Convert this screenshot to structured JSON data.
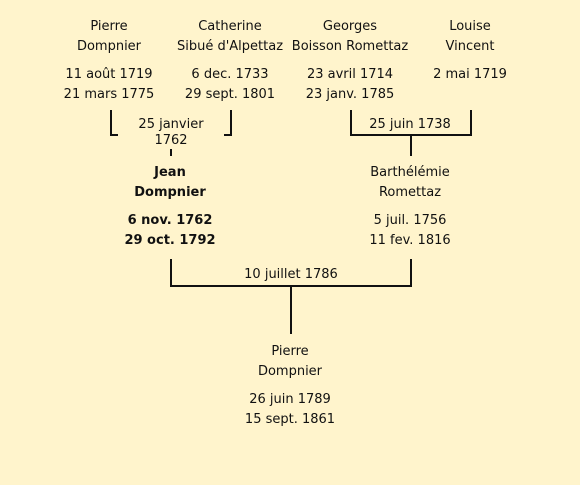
{
  "grandparents": [
    {
      "first": "Pierre",
      "last": "Dompnier",
      "birth": "11 août 1719",
      "death": "21 mars 1775"
    },
    {
      "first": "Catherine",
      "last": "Sibué d'Alpettaz",
      "birth": "6 dec. 1733",
      "death": "29 sept. 1801"
    },
    {
      "first": "Georges",
      "last": "Boisson Romettaz",
      "birth": "23 avril 1714",
      "death": "23 janv. 1785"
    },
    {
      "first": "Louise",
      "last": "Vincent",
      "birth": "2 mai 1719",
      "death": ""
    }
  ],
  "grandparent_marriages": [
    "25 janvier 1762",
    "25 juin 1738"
  ],
  "parents": [
    {
      "first": "Jean",
      "last": "Dompnier",
      "birth": "6 nov. 1762",
      "death": "29 oct. 1792"
    },
    {
      "first": "Barthélémie",
      "last": "Romettaz",
      "birth": "5 juil. 1756",
      "death": "11 fev. 1816"
    }
  ],
  "parent_marriage": "10 juillet 1786",
  "child": {
    "first": "Pierre",
    "last": "Dompnier",
    "birth": "26 juin 1789",
    "death": "15 sept. 1861"
  }
}
